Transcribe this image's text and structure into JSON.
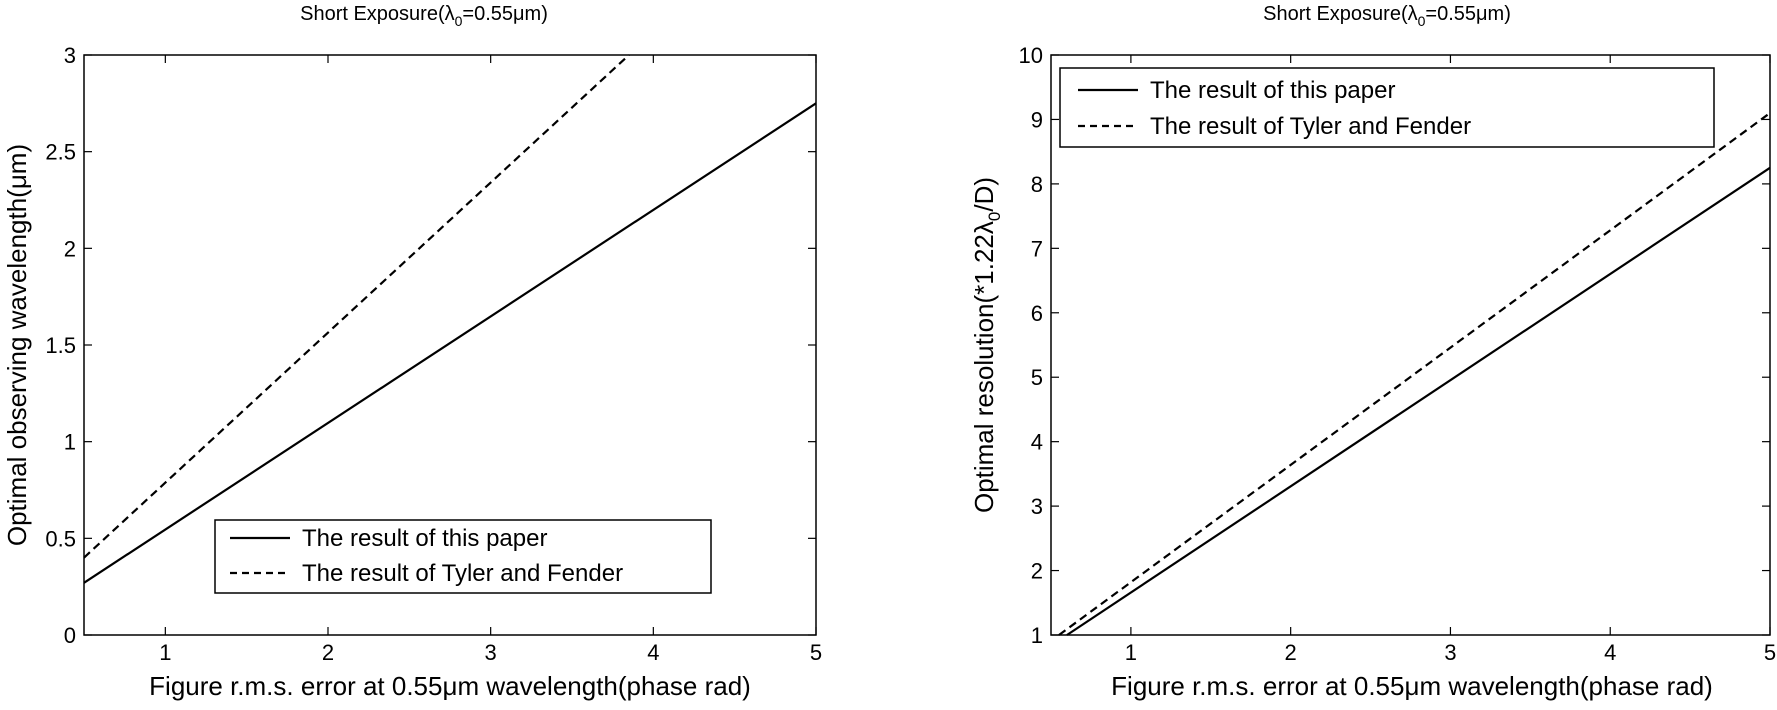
{
  "chart_data": [
    {
      "type": "line",
      "title_main": "Short Exposure(",
      "title_lambda": "λ",
      "title_sub": "0",
      "title_rest": "=0.55μm)",
      "xlabel": "Figure r.m.s. error at 0.55μm wavelength(phase rad)",
      "ylabel": "Optimal observing wavelength(μm)",
      "xlim": [
        0.5,
        5
      ],
      "ylim": [
        0,
        3
      ],
      "xticks": [
        1,
        2,
        3,
        4,
        5
      ],
      "yticks": [
        0,
        0.5,
        1,
        1.5,
        2,
        2.5,
        3
      ],
      "xtick_labels": [
        "1",
        "2",
        "3",
        "4",
        "5"
      ],
      "ytick_labels": [
        "0",
        "0.5",
        "1",
        "1.5",
        "2",
        "2.5",
        "3"
      ],
      "legend_position": "lower-right",
      "series": [
        {
          "name": "The result of this paper",
          "style": "solid",
          "x": [
            0.5,
            5
          ],
          "y": [
            0.27,
            2.75
          ]
        },
        {
          "name": "The result of Tyler and Fender",
          "style": "dashed",
          "x": [
            0.5,
            3.85
          ],
          "y": [
            0.4,
            3.0
          ]
        }
      ]
    },
    {
      "type": "line",
      "title_main": "Short Exposure(",
      "title_lambda": "λ",
      "title_sub": "0",
      "title_rest": "=0.55μm)",
      "xlabel": "Figure r.m.s. error at 0.55μm wavelength(phase rad)",
      "ylabel_main": "Optimal resolution(*1.22λ",
      "ylabel_sub": "0",
      "ylabel_rest": "/D)",
      "xlim": [
        0.5,
        5
      ],
      "ylim": [
        1,
        10
      ],
      "xticks": [
        1,
        2,
        3,
        4,
        5
      ],
      "yticks": [
        1,
        2,
        3,
        4,
        5,
        6,
        7,
        8,
        9,
        10
      ],
      "xtick_labels": [
        "1",
        "2",
        "3",
        "4",
        "5"
      ],
      "ytick_labels": [
        "1",
        "2",
        "3",
        "4",
        "5",
        "6",
        "7",
        "8",
        "9",
        "10"
      ],
      "legend_position": "upper-left",
      "series": [
        {
          "name": "The result of this paper",
          "style": "solid",
          "x": [
            0.6,
            5
          ],
          "y": [
            1.0,
            8.25
          ]
        },
        {
          "name": "The result of Tyler and Fender",
          "style": "dashed",
          "x": [
            0.55,
            5
          ],
          "y": [
            1.0,
            9.1
          ]
        }
      ]
    }
  ]
}
